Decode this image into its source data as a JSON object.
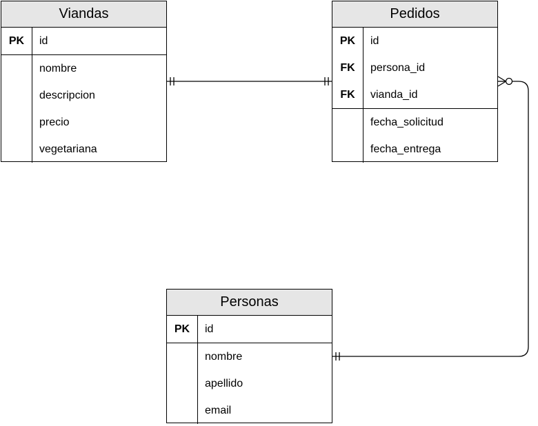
{
  "entities": {
    "viandas": {
      "name": "Viandas",
      "keyed_rows": [
        {
          "key": "PK",
          "field": "id"
        }
      ],
      "rows": [
        {
          "key": "",
          "field": "nombre"
        },
        {
          "key": "",
          "field": "descripcion"
        },
        {
          "key": "",
          "field": "precio"
        },
        {
          "key": "",
          "field": "vegetariana"
        }
      ]
    },
    "pedidos": {
      "name": "Pedidos",
      "keyed_rows": [
        {
          "key": "PK",
          "field": "id"
        },
        {
          "key": "FK",
          "field": "persona_id"
        },
        {
          "key": "FK",
          "field": "vianda_id"
        }
      ],
      "rows": [
        {
          "key": "",
          "field": "fecha_solicitud"
        },
        {
          "key": "",
          "field": "fecha_entrega"
        }
      ]
    },
    "personas": {
      "name": "Personas",
      "keyed_rows": [
        {
          "key": "PK",
          "field": "id"
        }
      ],
      "rows": [
        {
          "key": "",
          "field": "nombre"
        },
        {
          "key": "",
          "field": "apellido"
        },
        {
          "key": "",
          "field": "email"
        }
      ]
    }
  },
  "relationships": [
    {
      "from": "Viandas",
      "to": "Pedidos",
      "from_cardinality": "exactly-one",
      "to_cardinality": "exactly-one"
    },
    {
      "from": "Personas",
      "to": "Pedidos",
      "from_cardinality": "exactly-one",
      "to_cardinality": "zero-or-many"
    }
  ],
  "colors": {
    "header_background": "#e6e6e6",
    "line": "#000000"
  }
}
